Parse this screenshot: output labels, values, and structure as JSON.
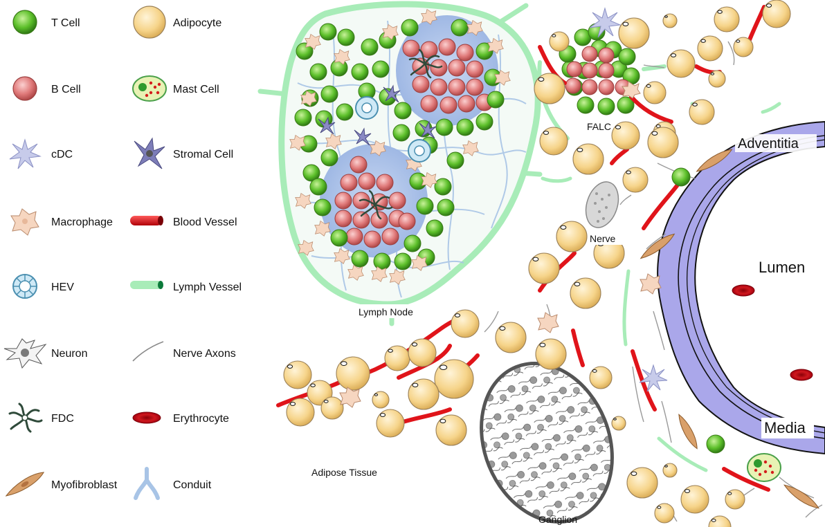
{
  "legend": {
    "left": [
      {
        "label": "T Cell",
        "icon": "t-cell-icon"
      },
      {
        "label": "B Cell",
        "icon": "b-cell-icon"
      },
      {
        "label": "cDC",
        "icon": "cdc-icon"
      },
      {
        "label": "Macrophage",
        "icon": "macrophage-icon"
      },
      {
        "label": "HEV",
        "icon": "hev-icon"
      },
      {
        "label": "Neuron",
        "icon": "neuron-icon"
      },
      {
        "label": "FDC",
        "icon": "fdc-icon"
      },
      {
        "label": "Myofibroblast",
        "icon": "myofibroblast-icon"
      }
    ],
    "right": [
      {
        "label": "Adipocyte",
        "icon": "adipocyte-icon"
      },
      {
        "label": "Mast Cell",
        "icon": "mast-cell-icon"
      },
      {
        "label": "Stromal Cell",
        "icon": "stromal-cell-icon"
      },
      {
        "label": "Blood Vessel",
        "icon": "blood-vessel-icon"
      },
      {
        "label": "Lymph Vessel",
        "icon": "lymph-vessel-icon"
      },
      {
        "label": "Nerve Axons",
        "icon": "nerve-axons-icon"
      },
      {
        "label": "Erythrocyte",
        "icon": "erythrocyte-icon"
      },
      {
        "label": "Conduit",
        "icon": "conduit-icon"
      }
    ]
  },
  "labels": {
    "lymph_node": "Lymph Node",
    "falc": "FALC",
    "adventitia": "Adventitia",
    "nerve": "Nerve",
    "lumen": "Lumen",
    "media": "Media",
    "adipose_tissue": "Adipose Tissue",
    "ganglion": "Ganglion"
  },
  "colors": {
    "t_cell": "#5cbf2a",
    "b_cell": "#e07a7a",
    "adipocyte": "#f6d48a",
    "macrophage": "#f3c9a8",
    "cdc": "#a9afd8",
    "stromal": "#7d7db8",
    "blood_vessel": "#e0141a",
    "lymph_vessel": "#a8ecb8",
    "vessel_wall": "#a9a6e6",
    "conduit": "#a8c4e6",
    "myofibroblast": "#d9a06a",
    "erythrocyte": "#c8181a"
  }
}
